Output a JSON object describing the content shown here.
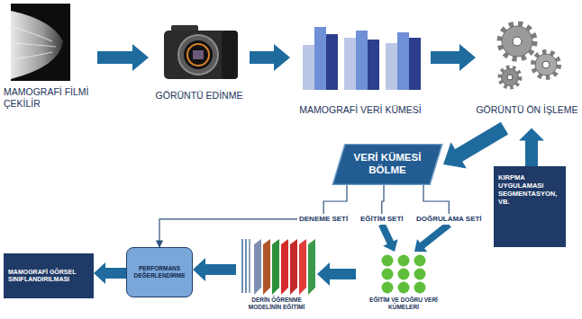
{
  "diagram": {
    "nodes": [
      {
        "text": [
          "MAMOGRAFİ FİLMİ ÇEKİLİR"
        ]
      },
      {
        "text": [
          "GÖRÜNTÜ EDİNME"
        ]
      },
      {
        "text": [
          "MAMOGRAFİ VERİ KÜMESİ"
        ]
      },
      {
        "text": [
          "GÖRÜNTÜ ÖN İŞLEME"
        ]
      },
      {
        "text": [
          "VERİ KÜMESİ BÖLME"
        ]
      },
      {
        "text": [
          "KIRPMA UYGULAMASI SEGMENTASYON, VB."
        ]
      },
      {
        "text": [
          "DENEME SETİ"
        ]
      },
      {
        "text": [
          "EĞİTİM SETİ"
        ]
      },
      {
        "text": [
          "DOĞRULAMA SETİ"
        ]
      },
      {
        "text": [
          "EĞİTİM VE DOĞRU VERİ KÜMELERİ"
        ]
      },
      {
        "text": [
          "DERİN ÖĞRENME MODELİNİN EĞİTİMİ"
        ]
      },
      {
        "text": [
          "PERFORMANS DEĞERLENDİRME"
        ]
      },
      {
        "text": [
          "MAMOGRAFİ GÖRSEL SINIFLANDIRILMASI"
        ]
      }
    ],
    "edges": [
      {
        "from": 0,
        "to": 1,
        "arrow": "to"
      },
      {
        "from": 1,
        "to": 2,
        "arrow": "to"
      },
      {
        "from": 2,
        "to": 3,
        "arrow": "to"
      },
      {
        "from": 3,
        "to": 4,
        "arrow": "to"
      },
      {
        "from": 5,
        "to": 3,
        "arrow": "to"
      },
      {
        "from": 4,
        "to": 6,
        "arrow": "none"
      },
      {
        "from": 4,
        "to": 7,
        "arrow": "none"
      },
      {
        "from": 4,
        "to": 8,
        "arrow": "none"
      },
      {
        "from": 6,
        "to": 11,
        "arrow": "to"
      },
      {
        "from": 7,
        "to": 9,
        "arrow": "to"
      },
      {
        "from": 8,
        "to": 9,
        "arrow": "to"
      },
      {
        "from": 9,
        "to": 10,
        "arrow": "to"
      },
      {
        "from": 10,
        "to": 11,
        "arrow": "to"
      },
      {
        "from": 11,
        "to": 12,
        "arrow": "to"
      }
    ]
  }
}
